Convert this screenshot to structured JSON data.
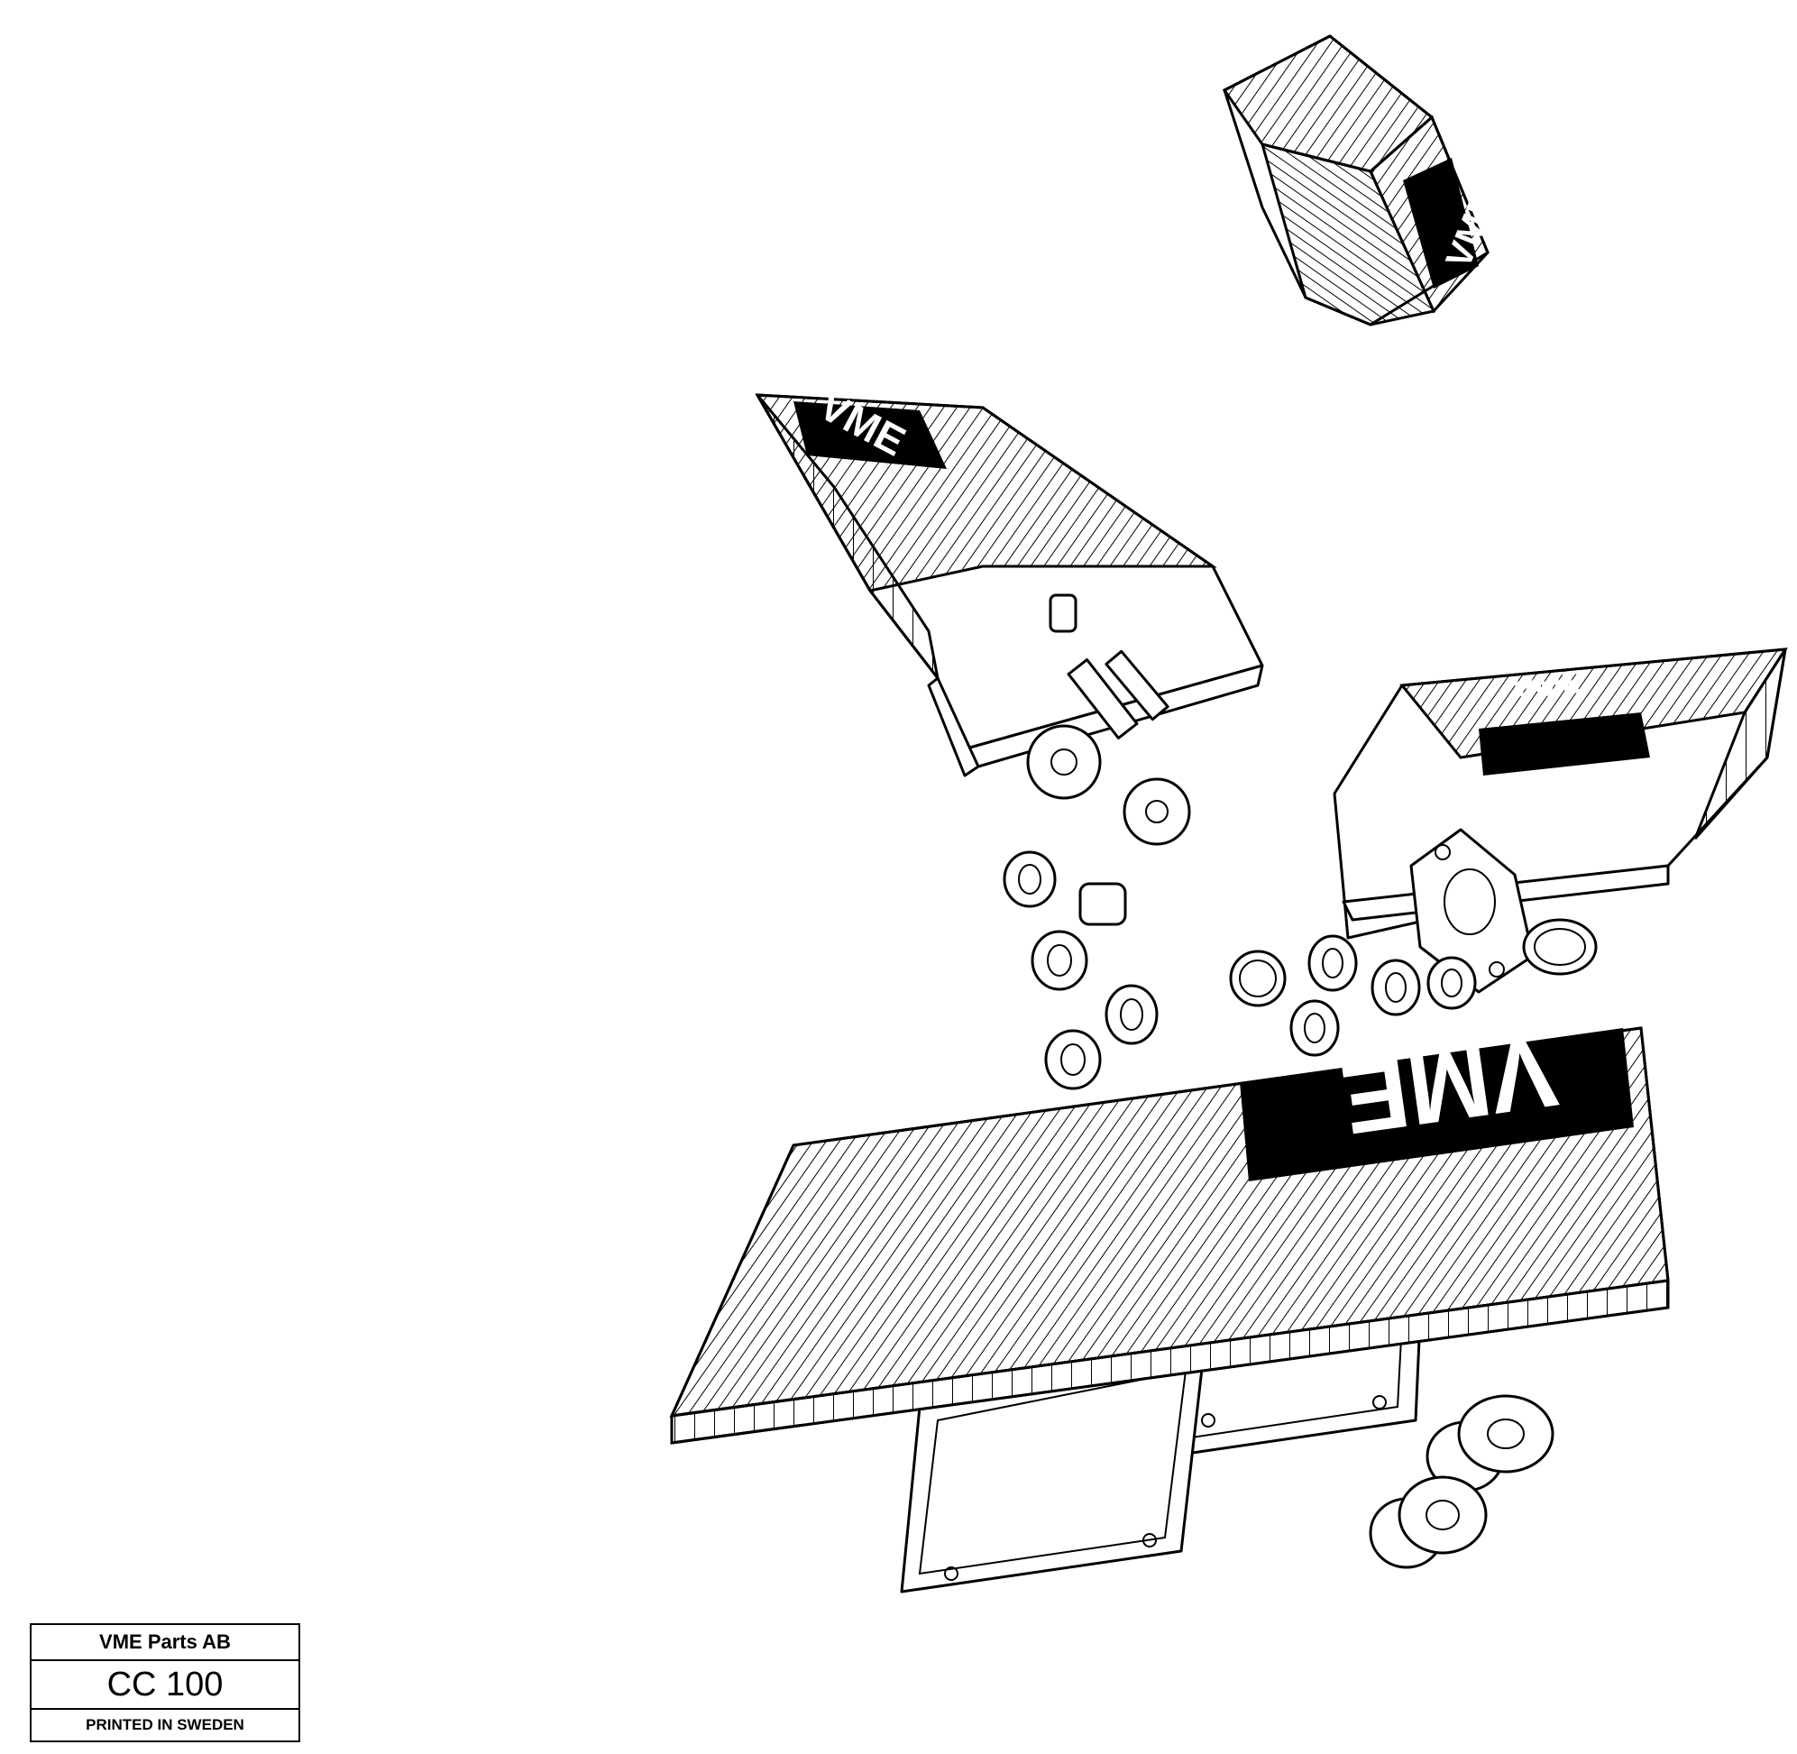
{
  "illustration": {
    "logo_text": "VME",
    "description_parts": [
      "small-box",
      "open-box-shafts-gears",
      "open-box-gasket",
      "sealing-washers",
      "flat-box",
      "frame-gaskets",
      "bearings"
    ]
  },
  "title_block": {
    "company": "VME Parts AB",
    "code": "CC 100",
    "printed": "PRINTED IN SWEDEN"
  }
}
